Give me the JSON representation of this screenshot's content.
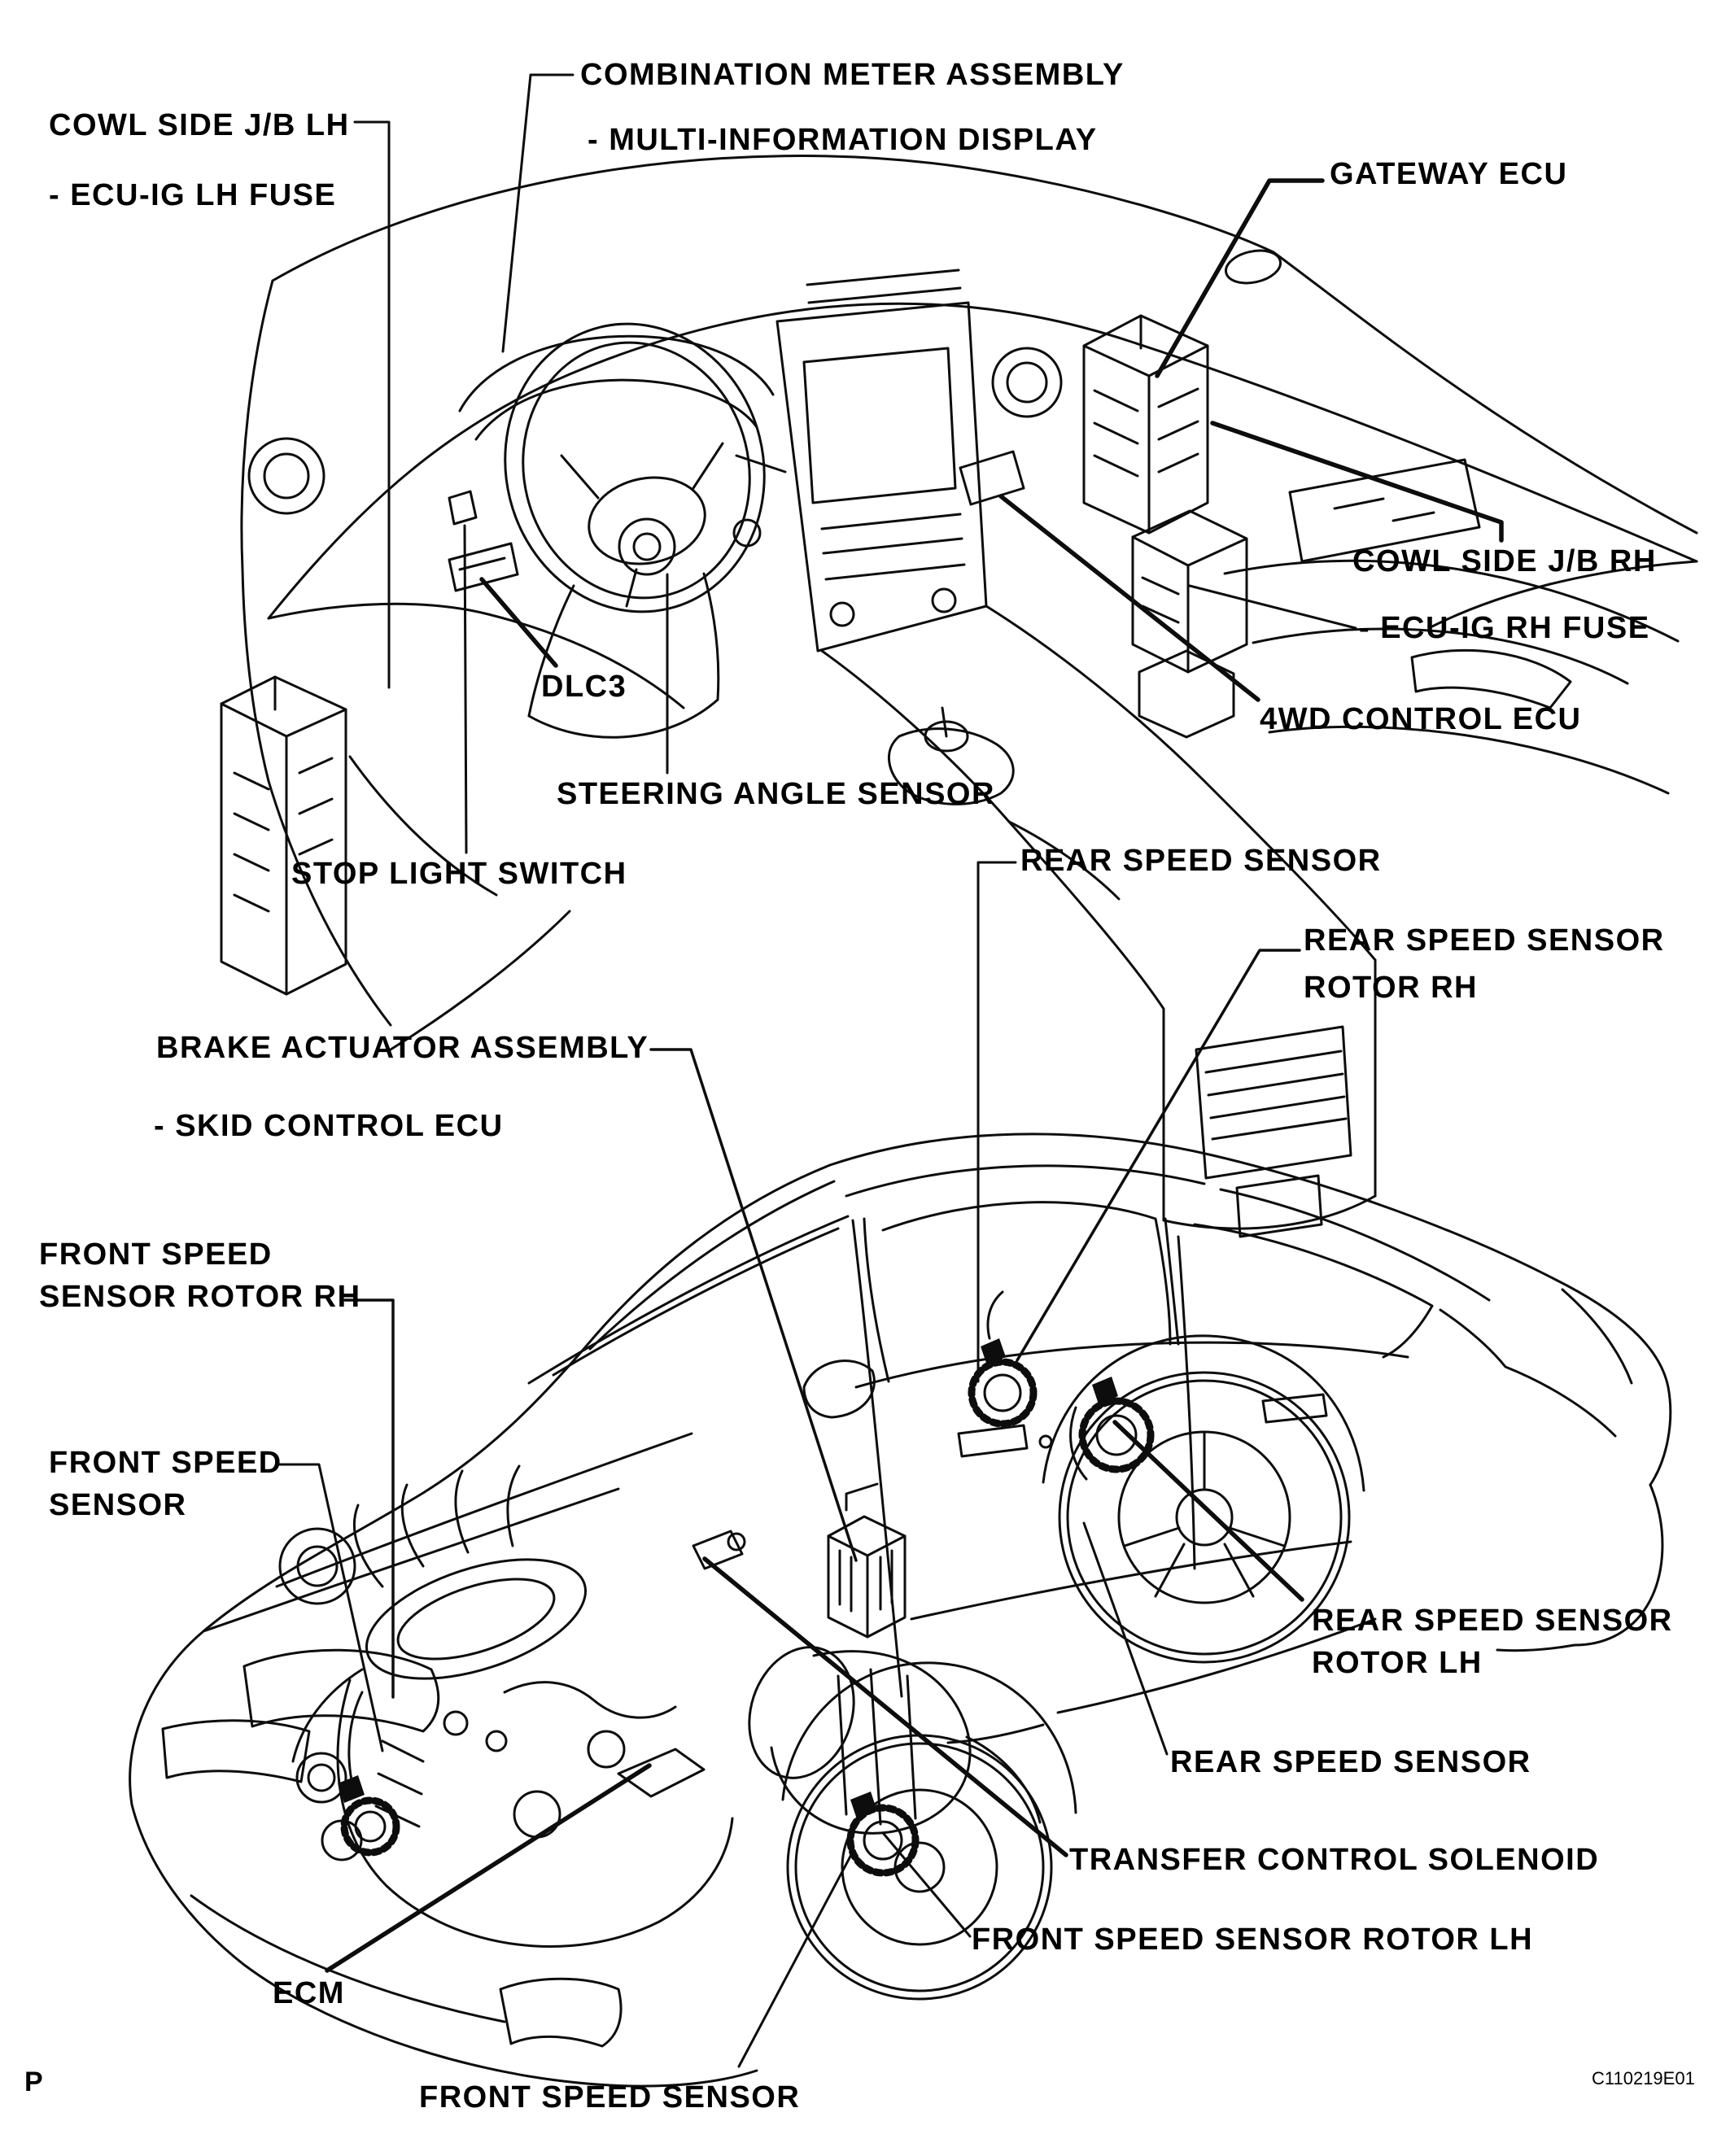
{
  "colors": {
    "ink": "#0d0d0d",
    "paper": "#ffffff"
  },
  "top_diagram": {
    "labels": {
      "combination_meter_assembly": "COMBINATION METER ASSEMBLY",
      "multi_information_display": "- MULTI-INFORMATION DISPLAY",
      "cowl_side_jb_lh": "COWL SIDE J/B LH",
      "ecu_ig_lh_fuse": "- ECU-IG LH FUSE",
      "gateway_ecu": "GATEWAY ECU",
      "cowl_side_jb_rh": "COWL SIDE J/B RH",
      "ecu_ig_rh_fuse": "- ECU-IG RH FUSE",
      "awd_control_ecu": "4WD CONTROL ECU",
      "dlc3": "DLC3",
      "steering_angle_sensor": "STEERING ANGLE SENSOR",
      "stop_light_switch": "STOP LIGHT SWITCH"
    }
  },
  "bottom_diagram": {
    "labels": {
      "rear_speed_sensor_top": "REAR SPEED SENSOR",
      "rear_speed_sensor_rotor_rh": {
        "line1": "REAR SPEED SENSOR",
        "line2": "ROTOR RH"
      },
      "brake_actuator_assembly": "BRAKE ACTUATOR ASSEMBLY",
      "skid_control_ecu": "- SKID CONTROL ECU",
      "front_speed_sensor_rotor_rh": {
        "line1": "FRONT SPEED",
        "line2": "SENSOR ROTOR RH"
      },
      "front_speed_sensor_left": {
        "line1": "FRONT SPEED",
        "line2": "SENSOR"
      },
      "rear_speed_sensor_rotor_lh": {
        "line1": "REAR SPEED SENSOR",
        "line2": "ROTOR LH"
      },
      "rear_speed_sensor_bottom": "REAR SPEED SENSOR",
      "transfer_control_solenoid": "TRANSFER CONTROL SOLENOID",
      "front_speed_sensor_rotor_lh": "FRONT SPEED SENSOR ROTOR LH",
      "ecm": "ECM",
      "front_speed_sensor_bottom": "FRONT SPEED SENSOR"
    }
  },
  "footer": {
    "page_marker": "P",
    "figure_code": "C110219E01"
  }
}
